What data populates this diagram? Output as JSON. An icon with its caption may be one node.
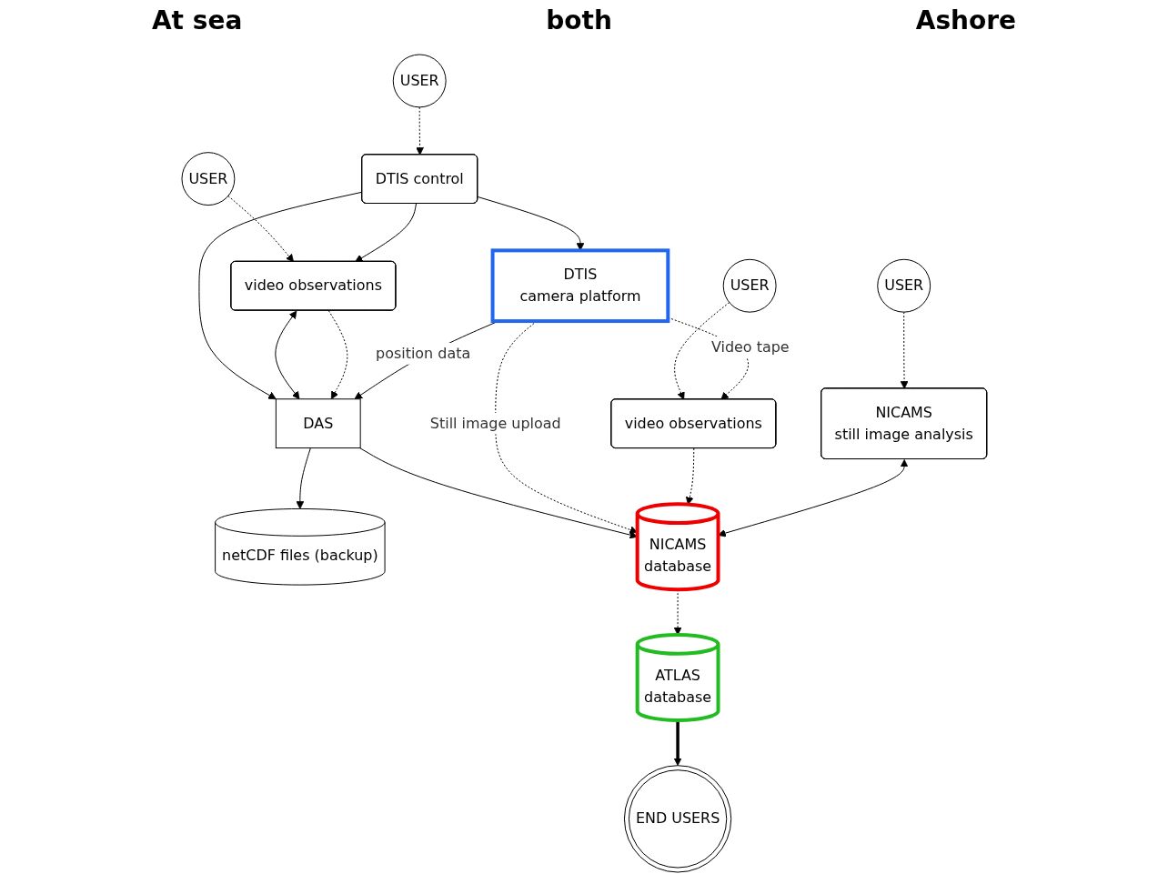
{
  "diagram": {
    "nodes": [
      {
        "text": [
          "USER"
        ]
      },
      {
        "text": [
          "USER"
        ]
      },
      {
        "text": [
          "USER"
        ]
      },
      {
        "text": [
          "USER"
        ]
      },
      {
        "text": [
          "END USERS"
        ]
      },
      {
        "text": [
          "DTIS control"
        ]
      },
      {
        "text": [
          "video observations"
        ]
      },
      {
        "text": [
          "video observations"
        ]
      },
      {
        "text": [
          "NICAMS",
          "still image analysis"
        ]
      },
      {
        "text": [
          "ATLAS",
          "database"
        ]
      },
      {
        "text": [
          "DAS"
        ]
      },
      {
        "text": [
          "netCDF files (backup)"
        ]
      },
      {
        "text": [
          "NICAMS",
          "database"
        ]
      },
      {
        "text": [
          "DTIS",
          "camera platform"
        ]
      }
    ],
    "edges": [
      {
        "from": 0,
        "to": 5,
        "arrow": "to",
        "style": "dashed"
      },
      {
        "from": 1,
        "to": 6,
        "arrow": "to",
        "style": "dashed"
      },
      {
        "from": 2,
        "to": 7,
        "arrow": "to",
        "style": "dashed"
      },
      {
        "from": 3,
        "to": 8,
        "arrow": "to",
        "style": "dashed"
      },
      {
        "from": 5,
        "to": 6,
        "arrow": "to"
      },
      {
        "from": 5,
        "to": 13,
        "arrow": "to"
      },
      {
        "from": 5,
        "to": 10,
        "arrow": "to"
      },
      {
        "from": 6,
        "to": 10,
        "arrow": "both"
      },
      {
        "from": 6,
        "to": 10,
        "arrow": "to",
        "style": "dashed"
      },
      {
        "from": 10,
        "to": 11,
        "arrow": "to"
      },
      {
        "from": 10,
        "to": 12,
        "arrow": "to"
      },
      {
        "from": 13,
        "to": 10,
        "arrow": "to",
        "label": "position data"
      },
      {
        "from": 13,
        "to": 12,
        "arrow": "to",
        "label": "Still image upload",
        "style": "dashed"
      },
      {
        "from": 13,
        "to": 7,
        "arrow": "to",
        "label": "Video tape",
        "style": "dashed"
      },
      {
        "from": 7,
        "to": 12,
        "arrow": "to",
        "style": "dashed"
      },
      {
        "from": 8,
        "to": 12,
        "arrow": "both"
      },
      {
        "from": 12,
        "to": 9,
        "arrow": "to",
        "style": "dashed"
      },
      {
        "from": 9,
        "to": 4,
        "arrow": "to",
        "style": "thick"
      }
    ],
    "labels": [
      "At sea",
      "both",
      "Ashore"
    ]
  }
}
